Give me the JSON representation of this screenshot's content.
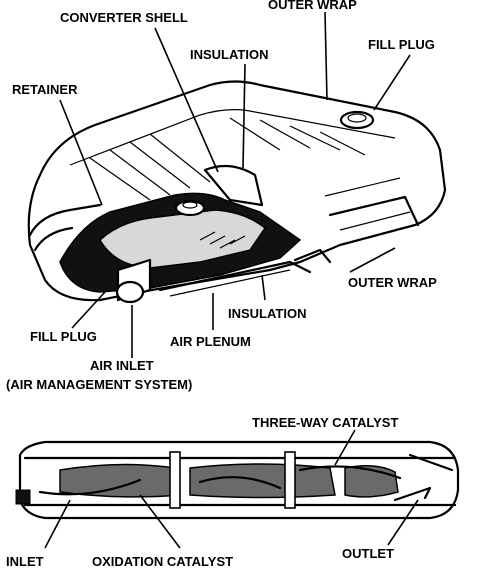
{
  "diagram": {
    "top_labels": {
      "converter_shell": "CONVERTER SHELL",
      "outer_wrap_top": "OUTER WRAP",
      "fill_plug_top": "FILL PLUG",
      "insulation_top": "INSULATION",
      "retainer": "RETAINER",
      "outer_wrap_right": "OUTER WRAP",
      "insulation_bottom": "INSULATION",
      "fill_plug_left": "FILL PLUG",
      "air_plenum": "AIR PLENUM",
      "air_inlet": "AIR INLET",
      "air_management": "(AIR MANAGEMENT SYSTEM)"
    },
    "bottom_labels": {
      "three_way_catalyst": "THREE-WAY CATALYST",
      "inlet": "INLET",
      "oxidation_catalyst": "OXIDATION CATALYST",
      "outlet": "OUTLET"
    }
  }
}
